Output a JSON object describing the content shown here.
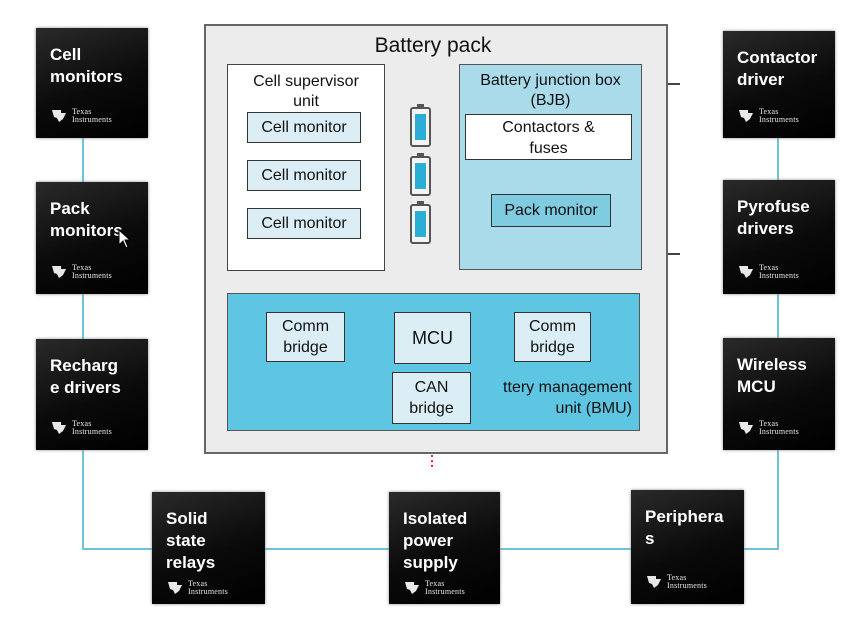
{
  "pack": {
    "title": "Battery pack",
    "csu_title_1": "Cell supervisor",
    "csu_title_2": "unit",
    "cell_monitors": [
      "Cell monitor",
      "Cell monitor",
      "Cell monitor"
    ],
    "bjb_title_1": "Battery junction box",
    "bjb_title_2": "(BJB)",
    "contactors_1": "Contactors &",
    "contactors_2": "fuses",
    "pack_monitor": "Pack monitor",
    "comm_left_1": "Comm",
    "comm_left_2": "bridge",
    "mcu": "MCU",
    "comm_right_1": "Comm",
    "comm_right_2": "bridge",
    "can_1": "CAN",
    "can_2": "bridge",
    "bmu_1": "ttery management",
    "bmu_2": "unit (BMU)"
  },
  "chips": {
    "cell_monitors": {
      "l1": "Cell",
      "l2": "monitors"
    },
    "pack_monitors": {
      "l1": "Pack",
      "l2": "monitors"
    },
    "recharge_drivers": {
      "l1": "Recharg",
      "l2": "e drivers"
    },
    "contactor_driver": {
      "l1": "Contactor",
      "l2": "driver"
    },
    "pyrofuse_drivers": {
      "l1": "Pyrofuse",
      "l2": "drivers"
    },
    "wireless_mcu": {
      "l1": "Wireless",
      "l2": "MCU"
    },
    "solid_state_relays": {
      "l1": "Solid",
      "l2": "state",
      "l3": "relays"
    },
    "isolated_power_supply": {
      "l1": "Isolated",
      "l2": "power",
      "l3": "supply"
    },
    "peripherals": {
      "l1": "Periphera",
      "l2": "s"
    }
  },
  "brand": {
    "line1": "Texas",
    "line2": "Instruments"
  },
  "colors": {
    "accent": "#5ec6e2",
    "link": "#6ec3d4",
    "can_bus": "#e03030",
    "chip": "#111111"
  }
}
